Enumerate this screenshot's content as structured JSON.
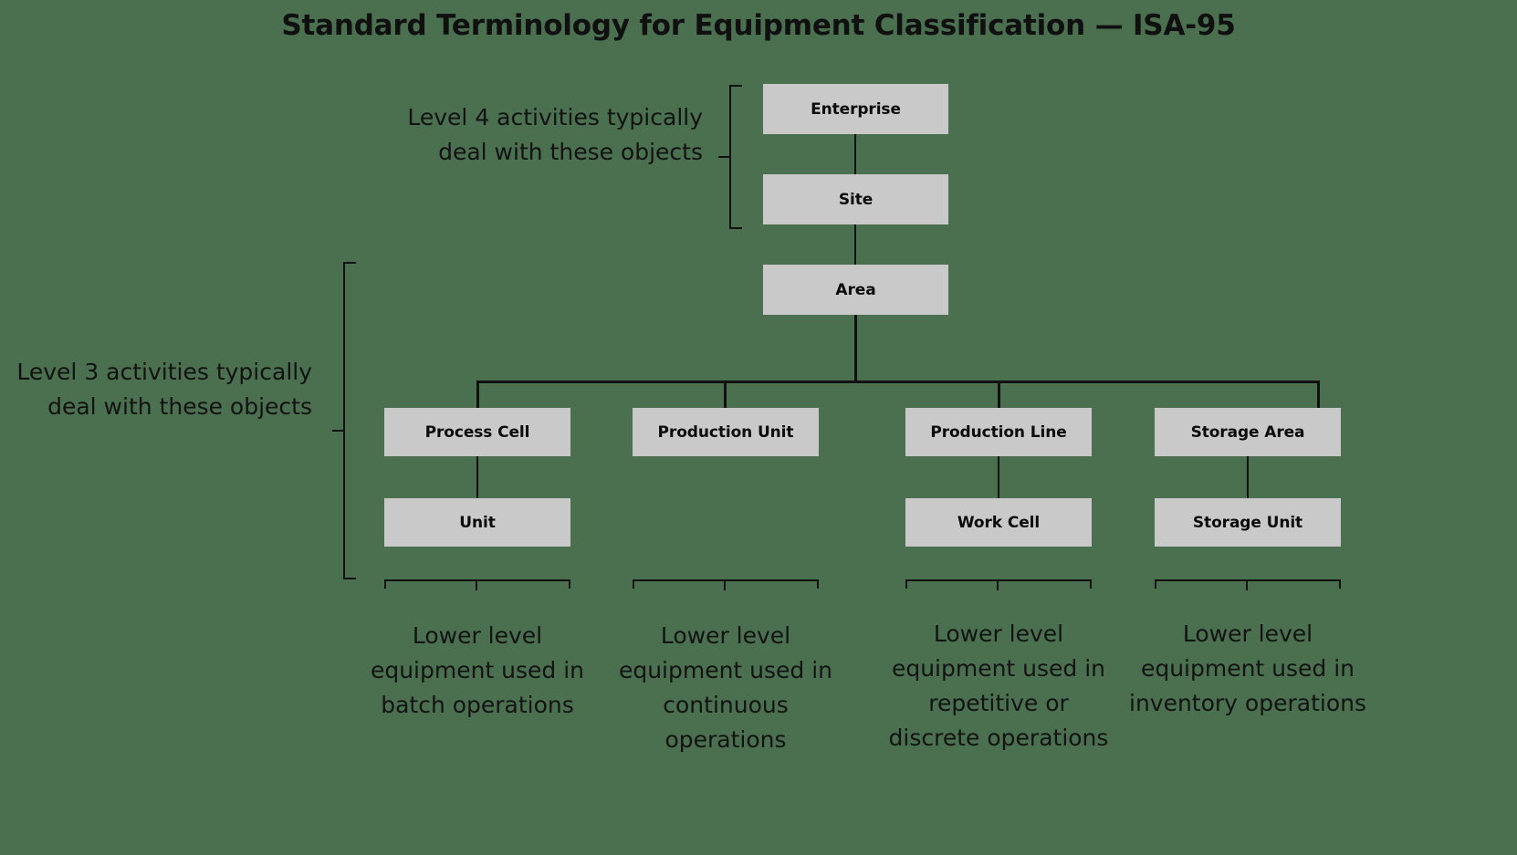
{
  "title": "Standard Terminology for Equipment Classification — ISA-95",
  "background_color": "#4a7050",
  "box_fill_color": "#c9c9c9",
  "line_color": "#111111",
  "text_color": "#111111",
  "nodes": {
    "enterprise": "Enterprise",
    "site": "Site",
    "area": "Area",
    "process_cell": "Process Cell",
    "production_unit": "Production Unit",
    "production_line": "Production Line",
    "storage_area": "Storage Area",
    "unit": "Unit",
    "work_cell": "Work Cell",
    "storage_unit": "Storage Unit"
  },
  "annotations": {
    "level4": "Level 4 activities typically deal with these objects",
    "level3": "Level 3 activities typically deal with these objects"
  },
  "captions": {
    "batch": "Lower level equipment used in batch operations",
    "continuous": "Lower level equipment used in continuous operations",
    "repetitive": "Lower level equipment used in repetitive or discrete operations",
    "inventory": "Lower level equipment used in inventory operations"
  }
}
